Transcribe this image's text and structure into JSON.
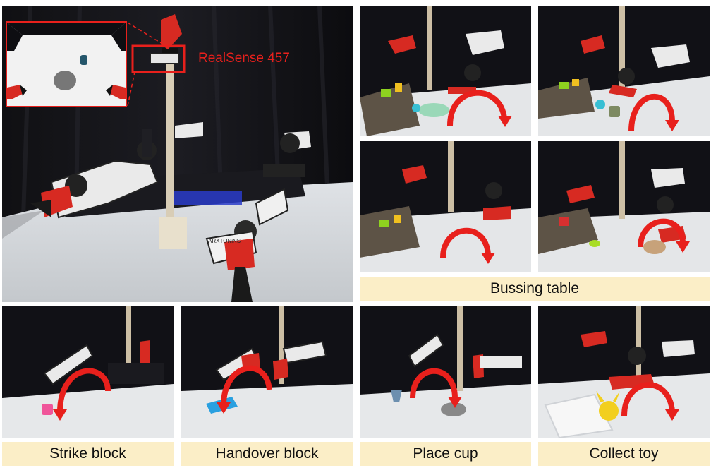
{
  "main_photo": {
    "camera_label": "RealSense 457",
    "inset_description_icon": "camera-view-inset",
    "accent_color": "#e8201c",
    "robot_brand_text": "ARXTONiNS"
  },
  "task_captions": {
    "bussing_table": "Bussing table",
    "strike_block": "Strike block",
    "handover_block": "Handover block",
    "place_cup": "Place cup",
    "collect_toy": "Collect toy"
  },
  "colors": {
    "caption_background": "#fbeec7",
    "arrow_red": "#e8201c",
    "backdrop": "#0d0d10",
    "table": "#eceef0"
  }
}
